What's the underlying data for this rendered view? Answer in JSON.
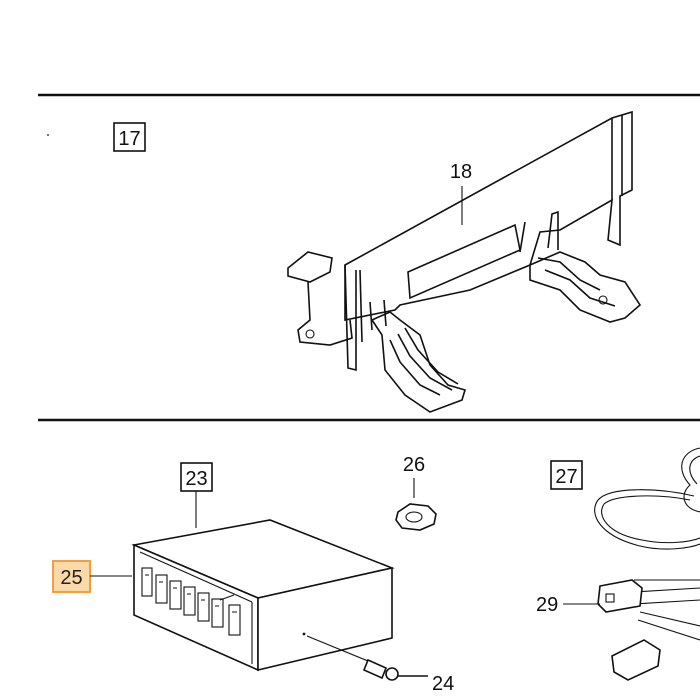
{
  "callouts": {
    "c17": "17",
    "c18": "18",
    "c23": "23",
    "c24": "24",
    "c25": "25",
    "c26": "26",
    "c27": "27",
    "c29": "29"
  },
  "colors": {
    "highlight_fill": "#fcd9a8",
    "highlight_stroke": "#f0a040",
    "ink": "#111111"
  },
  "icons": {
    "bracket": "mounting-bracket-icon",
    "control_unit": "control-unit-icon",
    "grommet": "grommet-icon",
    "screw": "screw-icon",
    "harness": "wiring-harness-icon",
    "connector": "connector-icon"
  }
}
